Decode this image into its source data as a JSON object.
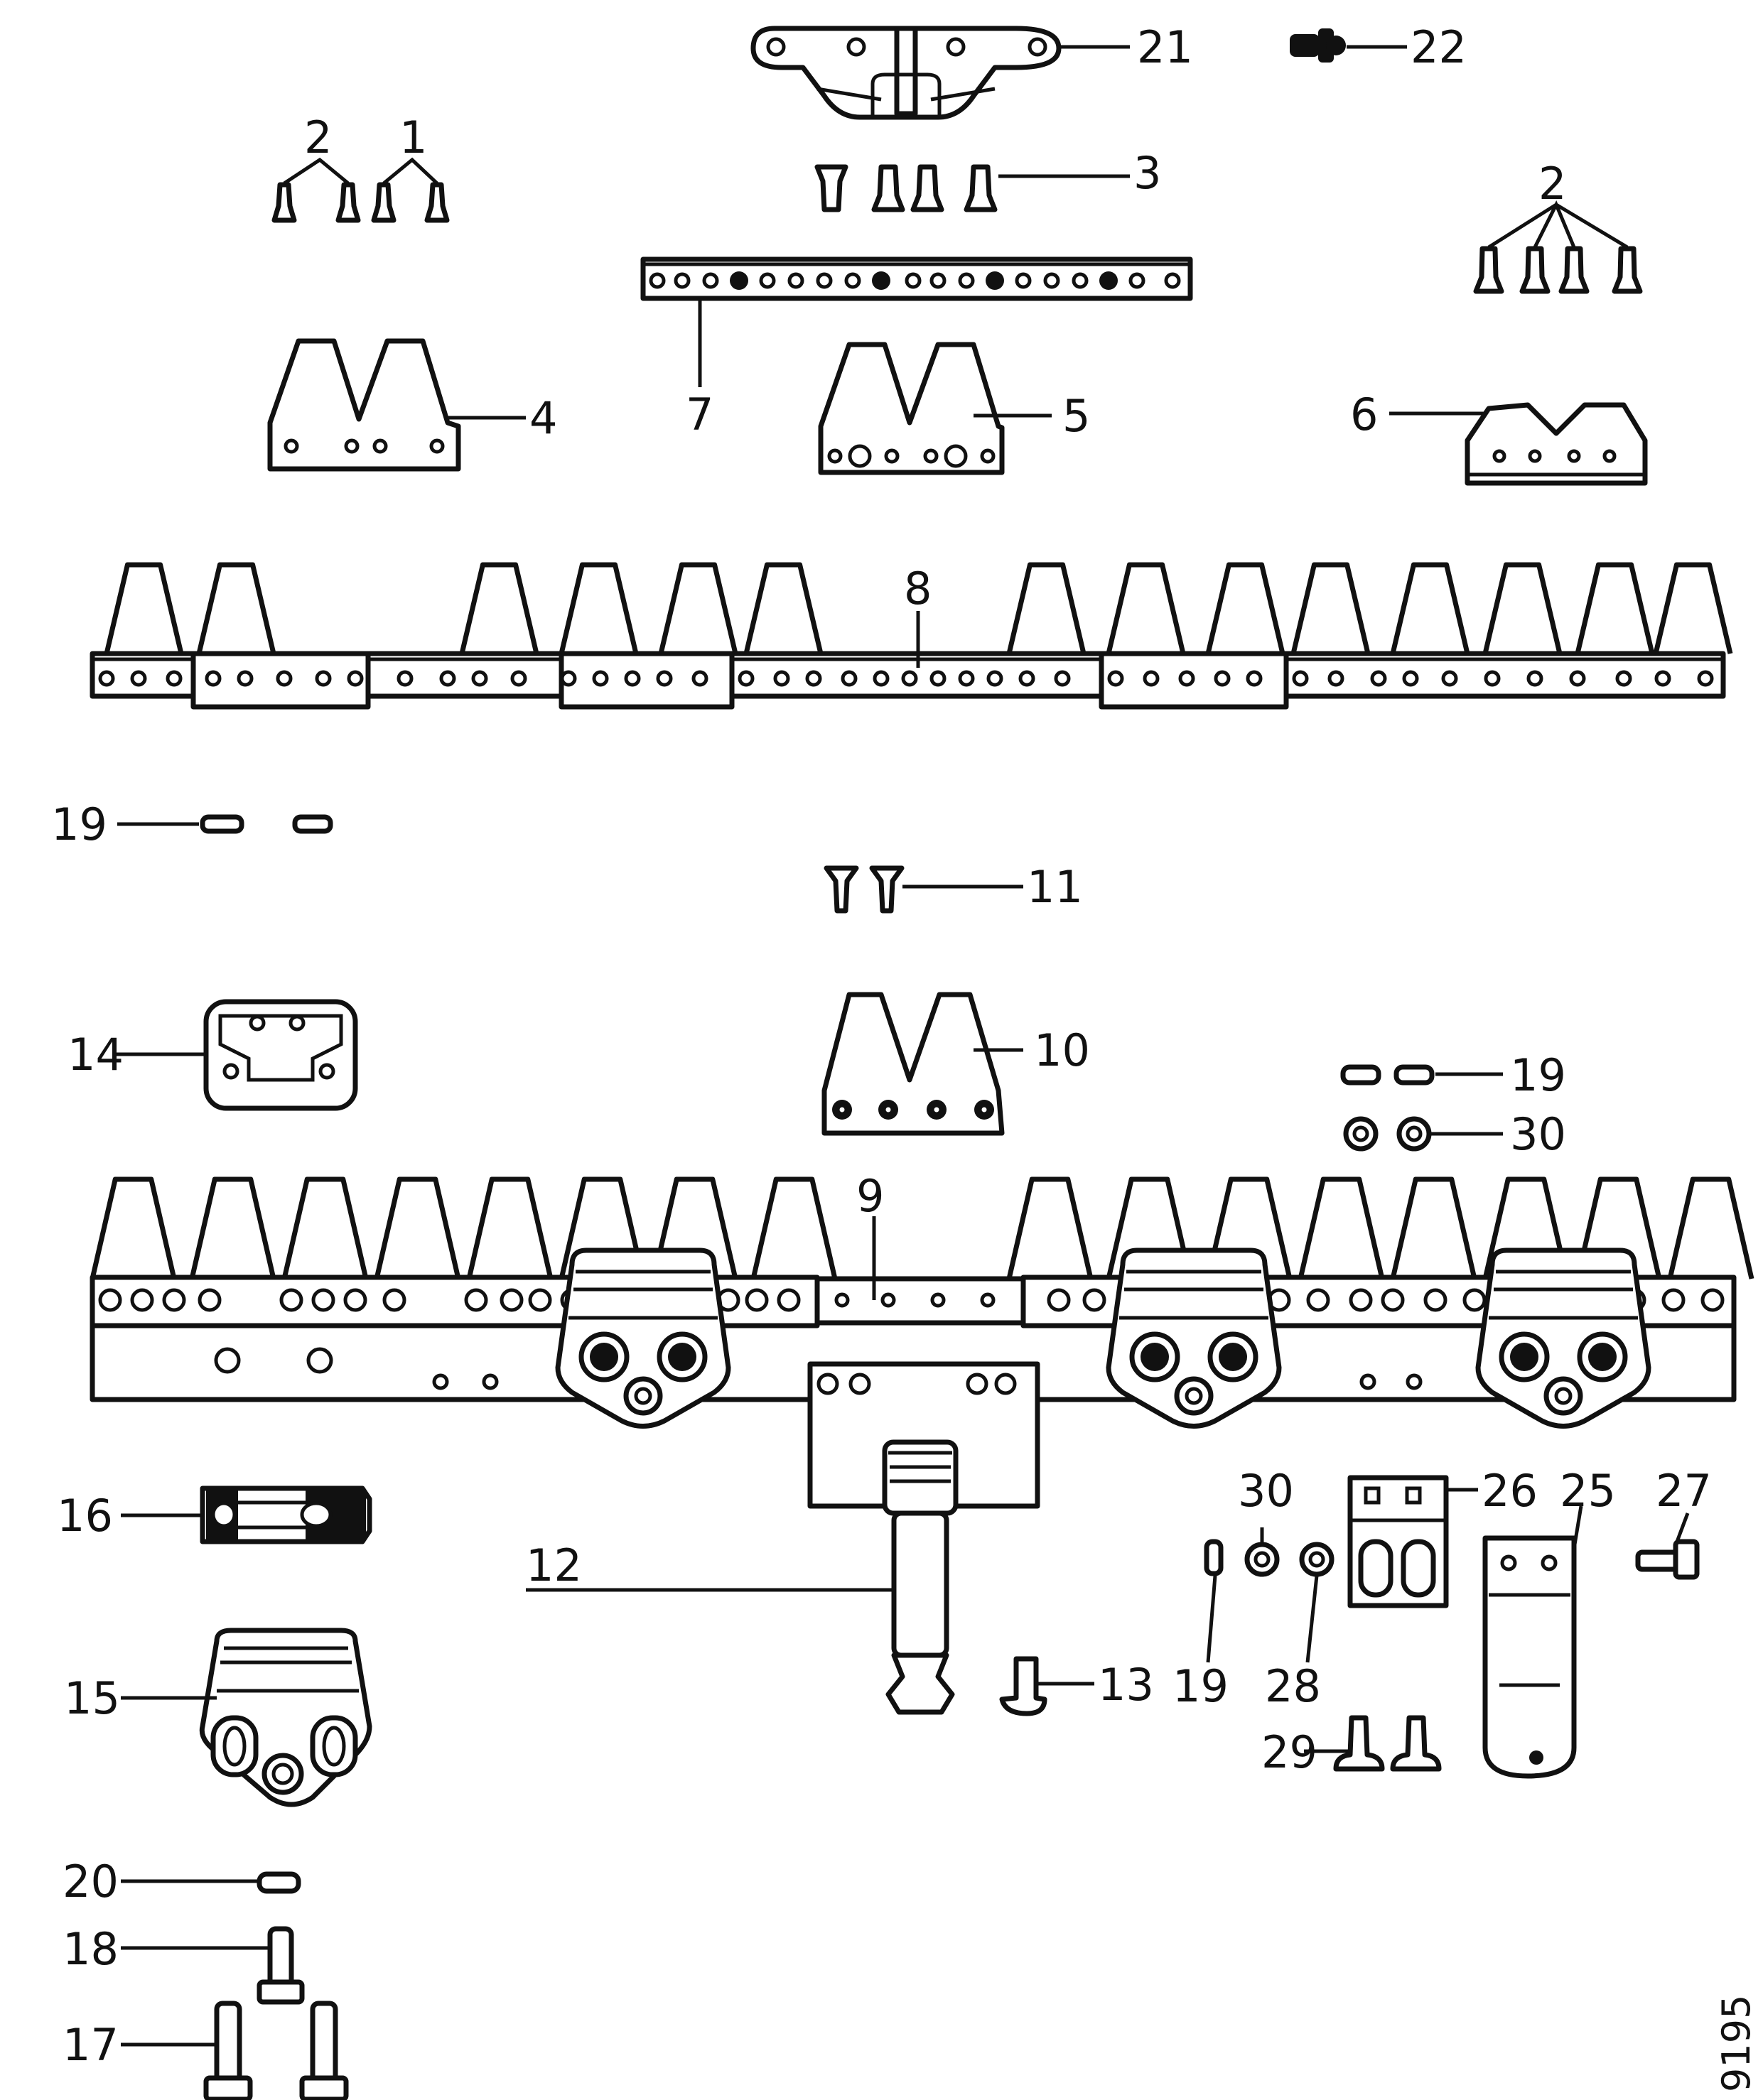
{
  "diagram": {
    "callouts": [
      {
        "id": "c1",
        "text": "1"
      },
      {
        "id": "c2a",
        "text": "2"
      },
      {
        "id": "c2b",
        "text": "2"
      },
      {
        "id": "c3",
        "text": "3"
      },
      {
        "id": "c4",
        "text": "4"
      },
      {
        "id": "c5",
        "text": "5"
      },
      {
        "id": "c6",
        "text": "6"
      },
      {
        "id": "c7",
        "text": "7"
      },
      {
        "id": "c8",
        "text": "8"
      },
      {
        "id": "c9",
        "text": "9"
      },
      {
        "id": "c10",
        "text": "10"
      },
      {
        "id": "c11",
        "text": "11"
      },
      {
        "id": "c12",
        "text": "12"
      },
      {
        "id": "c13",
        "text": "13"
      },
      {
        "id": "c14",
        "text": "14"
      },
      {
        "id": "c15",
        "text": "15"
      },
      {
        "id": "c16",
        "text": "16"
      },
      {
        "id": "c17",
        "text": "17"
      },
      {
        "id": "c18",
        "text": "18"
      },
      {
        "id": "c19a",
        "text": "19"
      },
      {
        "id": "c19b",
        "text": "19"
      },
      {
        "id": "c19c",
        "text": "19"
      },
      {
        "id": "c20",
        "text": "20"
      },
      {
        "id": "c21",
        "text": "21"
      },
      {
        "id": "c22",
        "text": "22"
      },
      {
        "id": "c25",
        "text": "25"
      },
      {
        "id": "c26",
        "text": "26"
      },
      {
        "id": "c27",
        "text": "27"
      },
      {
        "id": "c28",
        "text": "28"
      },
      {
        "id": "c29",
        "text": "29"
      },
      {
        "id": "c30a",
        "text": "30"
      },
      {
        "id": "c30b",
        "text": "30"
      }
    ],
    "figure_number": "9195"
  }
}
